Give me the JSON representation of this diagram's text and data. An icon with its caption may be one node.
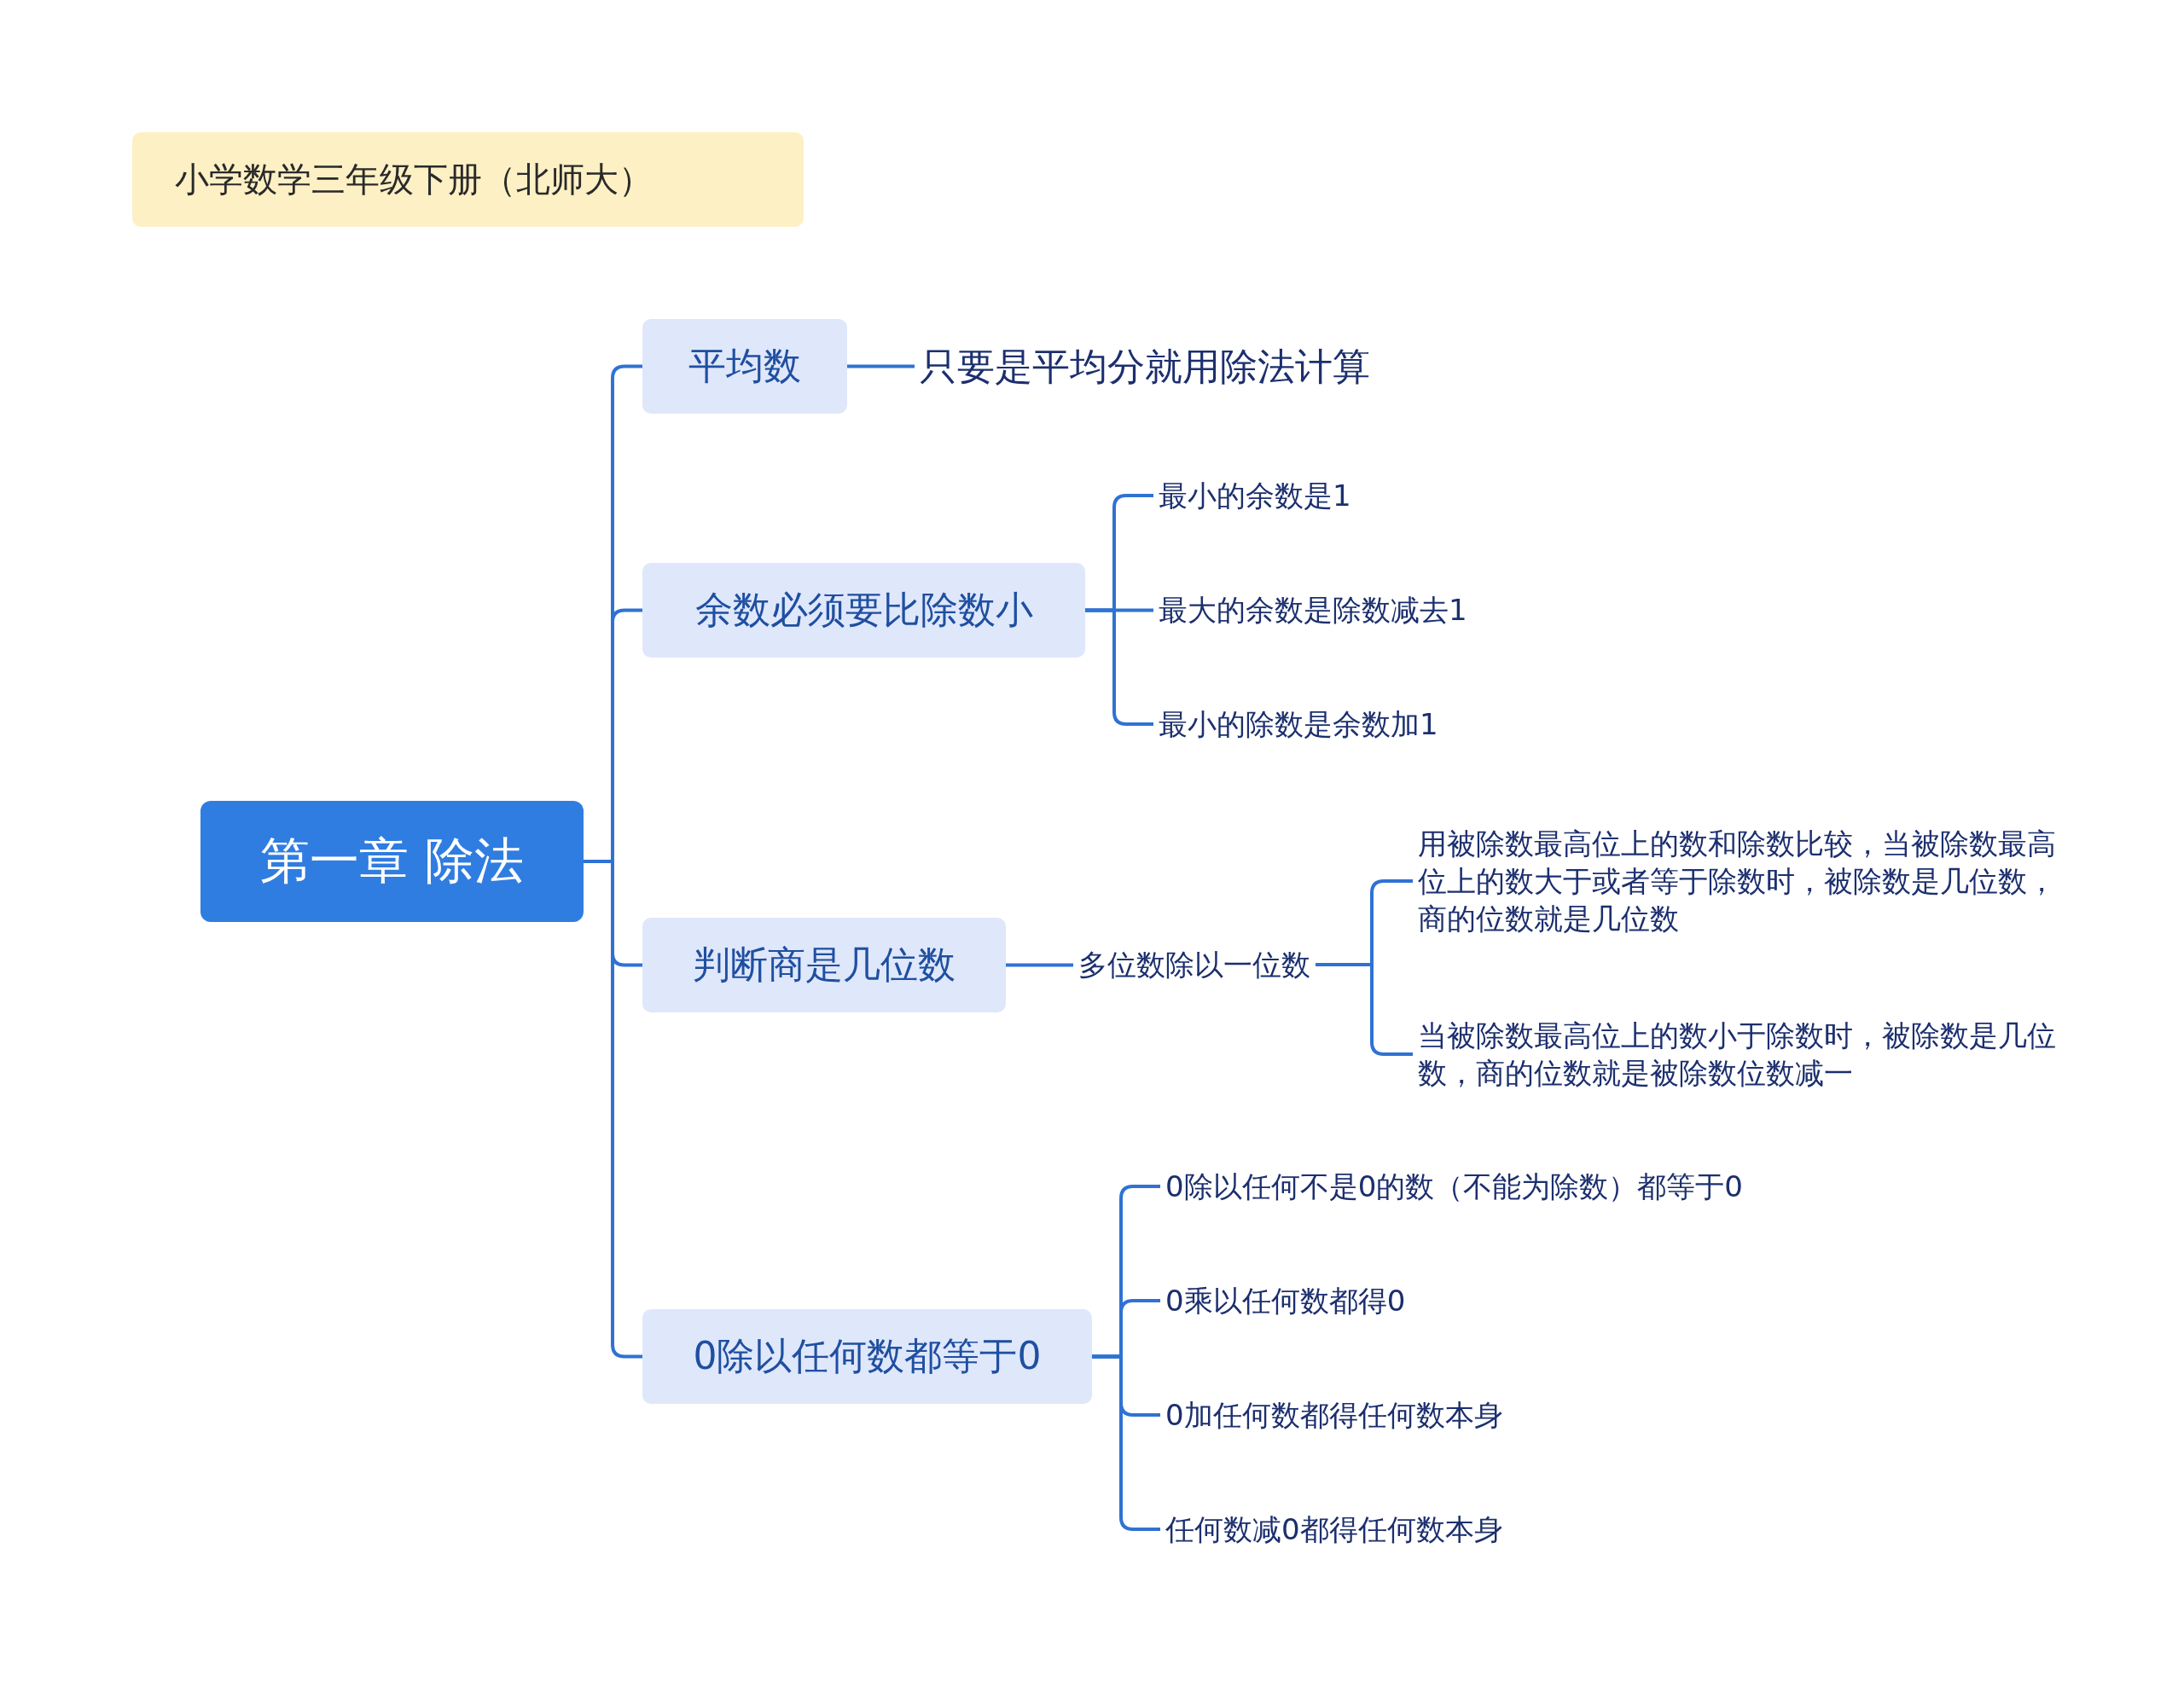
{
  "diagram": {
    "nodes": [
      {
        "text": [
          "小学数学三年级下册（北师大）"
        ]
      },
      {
        "text": [
          "第一章 除法"
        ]
      },
      {
        "text": [
          "平均数"
        ]
      },
      {
        "text": [
          "只要是平均分就用除法计算"
        ]
      },
      {
        "text": [
          "余数必须要比除数小"
        ]
      },
      {
        "text": [
          "最小的余数是1"
        ]
      },
      {
        "text": [
          "最大的余数是除数减去1"
        ]
      },
      {
        "text": [
          "最小的除数是余数加1"
        ]
      },
      {
        "text": [
          "判断商是几位数"
        ]
      },
      {
        "text": [
          "多位数除以一位数"
        ]
      },
      {
        "text": [
          "用被除数最高位上的数和除数比较，当被除数最高位上的数大于或者等于除数时，被除数是几位数，商的位数就是几位数"
        ]
      },
      {
        "text": [
          "当被除数最高位上的数小于除数时，被除数是几位数，商的位数就是被除数位数减一"
        ]
      },
      {
        "text": [
          "0除以任何数都等于0"
        ]
      },
      {
        "text": [
          "0除以任何不是0的数（不能为除数）都等于0"
        ]
      },
      {
        "text": [
          "0乘以任何数都得0"
        ]
      },
      {
        "text": [
          "0加任何数都得任何数本身"
        ]
      },
      {
        "text": [
          "任何数减0都得任何数本身"
        ]
      }
    ],
    "edges": [
      {
        "from": 1,
        "to": 2,
        "arrow": "none"
      },
      {
        "from": 1,
        "to": 4,
        "arrow": "none"
      },
      {
        "from": 1,
        "to": 8,
        "arrow": "none"
      },
      {
        "from": 1,
        "to": 12,
        "arrow": "none"
      },
      {
        "from": 2,
        "to": 3,
        "arrow": "none"
      },
      {
        "from": 4,
        "to": 5,
        "arrow": "none"
      },
      {
        "from": 4,
        "to": 6,
        "arrow": "none"
      },
      {
        "from": 4,
        "to": 7,
        "arrow": "none"
      },
      {
        "from": 8,
        "to": 9,
        "arrow": "none"
      },
      {
        "from": 9,
        "to": 10,
        "arrow": "none"
      },
      {
        "from": 9,
        "to": 11,
        "arrow": "none"
      },
      {
        "from": 12,
        "to": 13,
        "arrow": "none"
      },
      {
        "from": 12,
        "to": 14,
        "arrow": "none"
      },
      {
        "from": 12,
        "to": 15,
        "arrow": "none"
      },
      {
        "from": 12,
        "to": 16,
        "arrow": "none"
      }
    ]
  }
}
